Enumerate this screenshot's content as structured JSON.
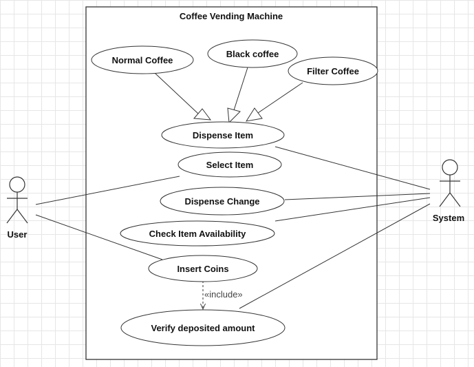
{
  "system_boundary": {
    "title": "Coffee Vending Machine"
  },
  "actors": {
    "user": {
      "label": "User"
    },
    "system": {
      "label": "System"
    }
  },
  "use_cases": {
    "normal_coffee": "Normal Coffee",
    "black_coffee": "Black coffee",
    "filter_coffee": "Filter Coffee",
    "dispense_item": "Dispense Item",
    "select_item": "Select Item",
    "dispense_change": "Dispense Change",
    "check_item_availability": "Check Item Availability",
    "insert_coins": "Insert Coins",
    "verify_deposited_amount": "Verify deposited amount"
  },
  "relationships": {
    "include_label": "«include»"
  },
  "colors": {
    "stroke": "#333333",
    "fill": "#ffffff",
    "grid": "#e6e6e6"
  }
}
